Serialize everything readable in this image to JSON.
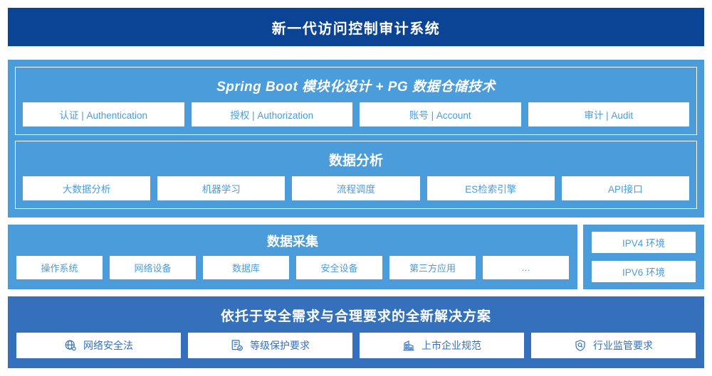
{
  "header": {
    "title": "新一代访问控制审计系统",
    "background_color": "#0b4494",
    "text_color": "#ffffff"
  },
  "colors": {
    "navy": "#0b4494",
    "light_blue": "#4b9cdb",
    "medium_blue": "#3470bb",
    "card_background": "#ffffff"
  },
  "application_layer": {
    "title": "Spring Boot 模块化设计 + PG 数据仓储技术",
    "title_style": "italic",
    "cards": [
      {
        "label": "认证 | Authentication"
      },
      {
        "label": "授权 | Authorization"
      },
      {
        "label": "账号 | Account"
      },
      {
        "label": "审计 | Audit"
      }
    ]
  },
  "analysis_layer": {
    "title": "数据分析",
    "cards": [
      {
        "label": "大数据分析"
      },
      {
        "label": "机器学习"
      },
      {
        "label": "流程调度"
      },
      {
        "label": "ES检索引擎"
      },
      {
        "label": "API接口"
      }
    ]
  },
  "collection_layer": {
    "title": "数据采集",
    "cards": [
      {
        "label": "操作系统"
      },
      {
        "label": "网络设备"
      },
      {
        "label": "数据库"
      },
      {
        "label": "安全设备"
      },
      {
        "label": "第三方应用"
      },
      {
        "label": "…"
      }
    ]
  },
  "environment_panel": {
    "cards": [
      {
        "label": "IPV4 环境"
      },
      {
        "label": "IPV6 环境"
      }
    ]
  },
  "solution_layer": {
    "title": "依托于安全需求与合理要求的全新解决方案",
    "cards": [
      {
        "label": "网络安全法",
        "icon": "globe-icon"
      },
      {
        "label": "等级保护要求",
        "icon": "document-check-icon"
      },
      {
        "label": "上市企业规范",
        "icon": "building-icon"
      },
      {
        "label": "行业监管要求",
        "icon": "shield-search-icon"
      }
    ]
  }
}
